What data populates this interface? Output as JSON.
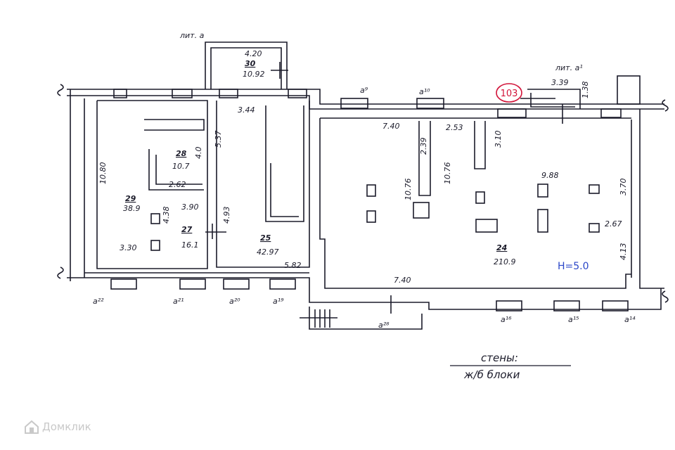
{
  "plan": {
    "letter_labels": {
      "lit_a": "лит. а",
      "lit_a1": "лит. а¹"
    },
    "marker": "103",
    "room30": {
      "dim_top": "4.20",
      "number": "30",
      "area": "10.92"
    },
    "room28": {
      "number": "28",
      "area": "10.7",
      "dim": "4.0"
    },
    "room29": {
      "number": "29",
      "area": "38.9",
      "dim_left": "10.80",
      "dim_bottom": "3.30"
    },
    "room27": {
      "number": "27",
      "area": "16.1",
      "dim": "4.38"
    },
    "room25": {
      "number": "25",
      "area": "42.97",
      "dim_top": "3.44",
      "dim_right": "4.93",
      "dim_bottom": "5.82",
      "dim_vert": "5.37"
    },
    "room24": {
      "number": "24",
      "area": "210.9",
      "height": "H=5.0"
    },
    "dims": {
      "d262": "2.62",
      "d390": "3.90",
      "d740_top": "7.40",
      "d740_bottom": "7.40",
      "d253": "2.53",
      "d239": "2.39",
      "d310": "3.10",
      "d1076a": "10.76",
      "d1076b": "10.76",
      "d988": "9.88",
      "d370": "3.70",
      "d267": "2.67",
      "d413": "4.13",
      "d339": "3.39",
      "d138": "1.38"
    },
    "windows": [
      "а⁹",
      "а¹⁰",
      "а²²",
      "а²¹",
      "а²⁰",
      "а¹⁹",
      "а¹⁶",
      "а¹⁵",
      "а¹⁴",
      "а²⁸"
    ],
    "legend": {
      "title": "стены:",
      "value": "ж/б блоки"
    }
  },
  "watermark": {
    "text": "Домклик",
    "icon": "domclick-logo-icon"
  },
  "colors": {
    "ink": "#1b1b2a",
    "blue": "#2a46c8",
    "marker": "#d2143a",
    "watermark": "#c9c9c9"
  }
}
